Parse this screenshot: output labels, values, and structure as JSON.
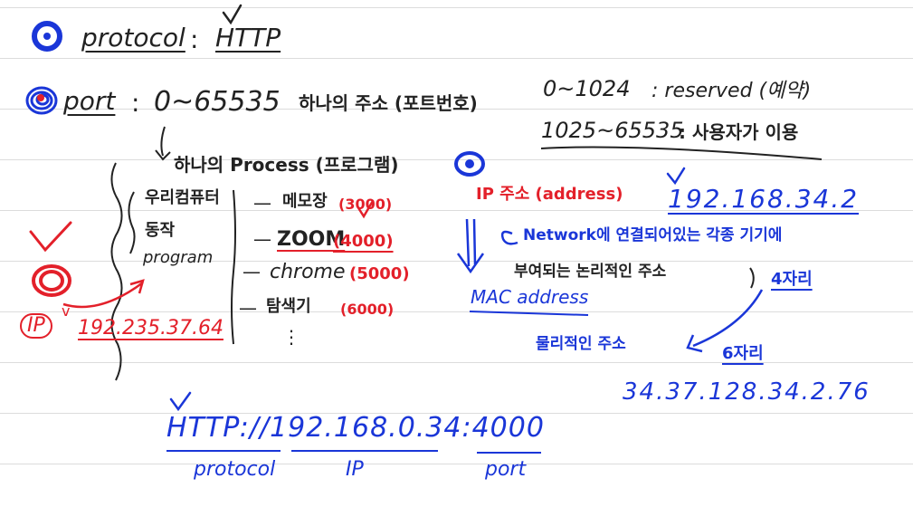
{
  "colors": {
    "black_ink": "#222222",
    "blue_ink": "#1a36d8",
    "red_ink": "#e3202a",
    "page_background": "#ffffff",
    "ruled_line": "#dcdcdc"
  },
  "protocol_line": {
    "label": "protocol",
    "colon": ":",
    "value": "HTTP",
    "check_mark": "v"
  },
  "port_line": {
    "label": "port",
    "colon": ":",
    "range": "0~65535",
    "korean_desc": "하나의 주소 (포트번호)"
  },
  "reserved_note": {
    "range": "0~1024",
    "text": ": reserved (예약)"
  },
  "usable_note": {
    "range": "1025~65535",
    "text": ": 사용자가 이용"
  },
  "process_note": {
    "text": "하나의 Process (프로그램)"
  },
  "programs_group": {
    "heading_line1": "우리컴퓨터",
    "heading_line2": "동작",
    "heading_line3": "program",
    "items": [
      {
        "dash": "—",
        "name": "메모장",
        "port": "(3000)"
      },
      {
        "dash": "—",
        "name": "ZOOM",
        "port": "(4000)"
      },
      {
        "dash": "—",
        "name": "chrome",
        "port": "(5000)"
      },
      {
        "dash": "—",
        "name": "탐색기",
        "port": "(6000)"
      }
    ],
    "ellipsis": "⋮"
  },
  "ip_left": {
    "label": "IP",
    "value": "192.235.37.64",
    "check_mark": "v"
  },
  "ip_address_note": {
    "label": "IP 주소 (address)",
    "value": "192.168.34.2",
    "description_line1": "Network에 연결되어있는 각종 기기에",
    "description_line2": "부여되는 논리적인 주소",
    "digits_note": "4자리"
  },
  "mac_note": {
    "label": "MAC address",
    "description": "물리적인 주소",
    "digits_note": "6자리",
    "value": "34.37.128.34.2.76"
  },
  "url_example": {
    "text": "HTTP://192.168.0.34:4000",
    "labels": [
      "protocol",
      "IP",
      "port"
    ],
    "check_mark": "v"
  }
}
